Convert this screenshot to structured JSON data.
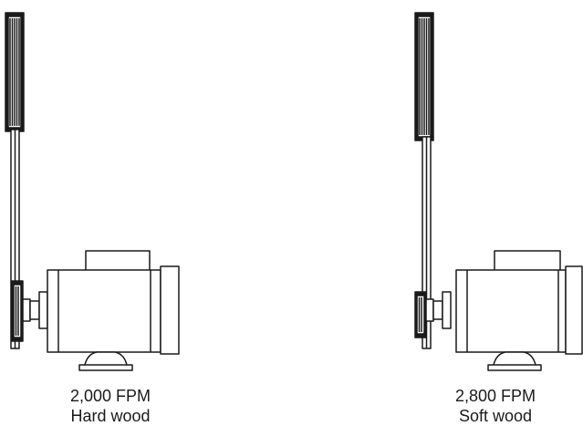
{
  "configurations": [
    {
      "speed": "2,000 FPM",
      "material": "Hard wood"
    },
    {
      "speed": "2,800 FPM",
      "material": "Soft wood"
    }
  ],
  "colors": {
    "line": "#1a1a1a",
    "fill": "#ffffff"
  }
}
